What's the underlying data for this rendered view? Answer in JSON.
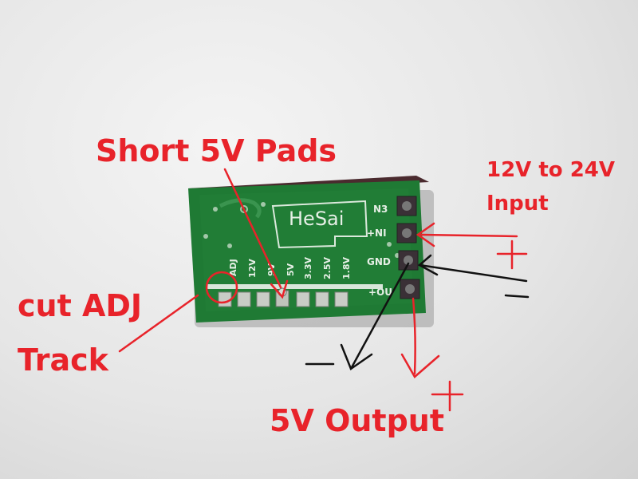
{
  "photo": {
    "annotations": {
      "short_pads": "Short 5V Pads",
      "input_line1": "12V to 24V",
      "input_line2": "Input",
      "cut_line1": "cut ADJ",
      "cut_line2": "Track",
      "output": "5V Output"
    },
    "board": {
      "brand": "HeSai",
      "pins": [
        "N3",
        "+NI",
        "GND",
        "+OU"
      ],
      "pad_labels": [
        "ADJ",
        "12V",
        "9V",
        "5V",
        "3.3V",
        "2.5V",
        "1.8V"
      ]
    },
    "colors": {
      "annotation_red": "#e8232a",
      "annotation_black": "#111111",
      "pcb_green": "#1f7a34"
    }
  }
}
